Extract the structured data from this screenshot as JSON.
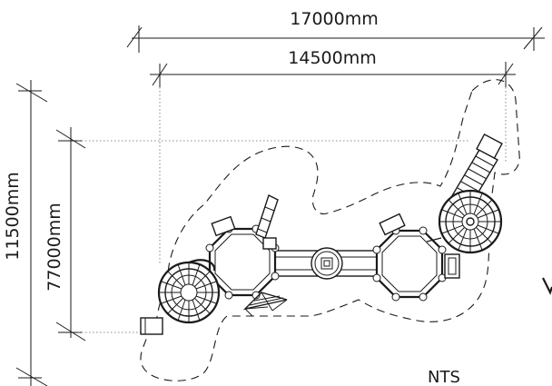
{
  "dimensions": {
    "overall_width": "17000mm",
    "inner_width": "14500mm",
    "overall_depth": "11500mm",
    "inner_depth": "77000mm"
  },
  "scale_note": "NTS"
}
